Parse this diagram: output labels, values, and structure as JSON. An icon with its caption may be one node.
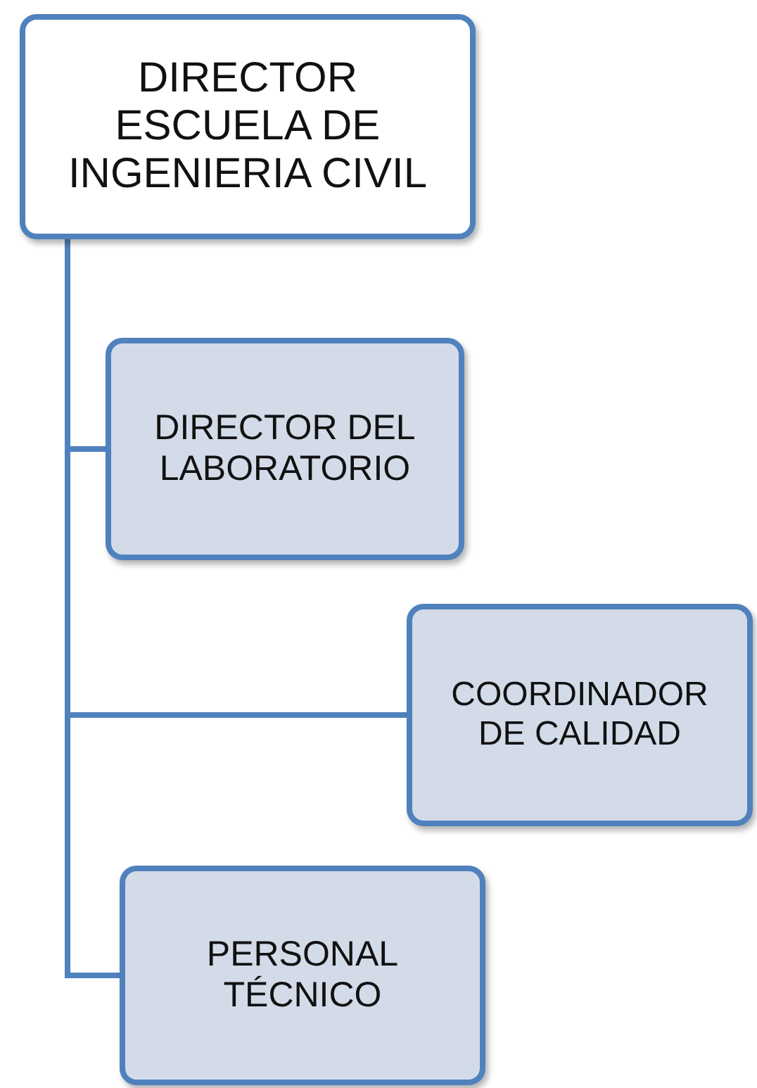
{
  "diagram": {
    "nodes": [
      {
        "text": [
          "DIRECTOR ESCUELA DE INGENIERIA CIVIL"
        ]
      },
      {
        "text": [
          "DIRECTOR DEL LABORATORIO"
        ]
      },
      {
        "text": [
          "COORDINADOR DE CALIDAD"
        ]
      },
      {
        "text": [
          "PERSONAL TÉCNICO"
        ]
      }
    ],
    "edges": [
      {
        "from": 0,
        "to": 1,
        "arrow": "none"
      },
      {
        "from": 0,
        "to": 2,
        "arrow": "none"
      },
      {
        "from": 0,
        "to": 3,
        "arrow": "none"
      }
    ]
  }
}
